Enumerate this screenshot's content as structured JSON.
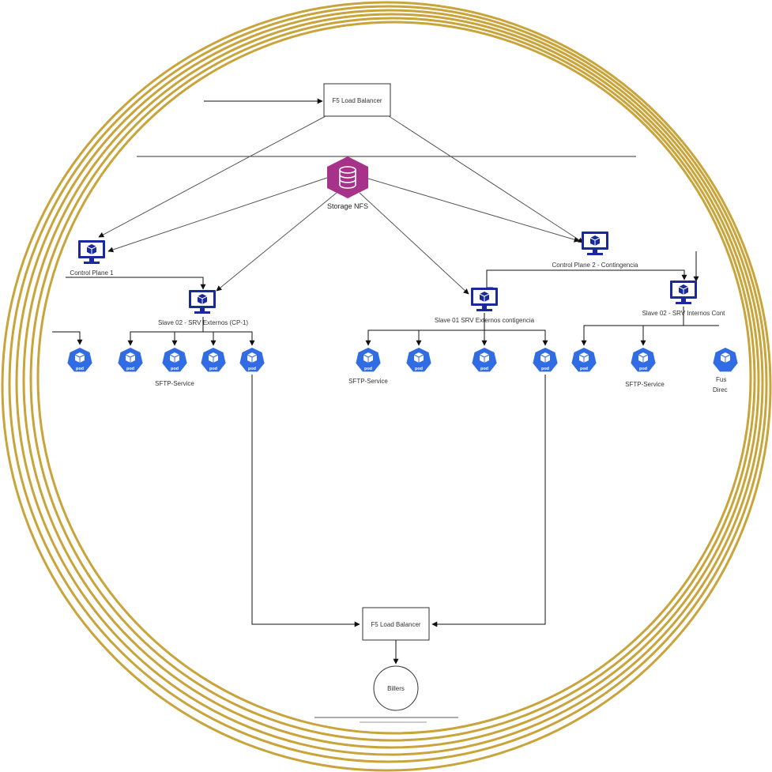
{
  "diagram": {
    "top_load_balancer": "F5 Load Balancer",
    "storage": "Storage NFS",
    "control_plane_1": "Control Plane 1",
    "control_plane_2": "Control Plane 2 - Contingencia",
    "slave_left": "Slave 02 - SRV Externos (CP-1)",
    "slave_middle": "Slave 01 SRV Externos contigencia",
    "slave_right": "Slave 02 - SRV Internos Cont",
    "pod_label": "pod",
    "sftp_left": "SFTP-Service",
    "sftp_middle": "SFTP-Service",
    "sftp_right": "SFTP-Service",
    "cut_label_1": "Fus",
    "cut_label_2": "Direc",
    "bottom_load_balancer": "F5 Load Balancer",
    "billers": "Billers"
  },
  "colors": {
    "vm_blue": "#1a2a9c",
    "pod_blue": "#326ce5",
    "storage_purple": "#a6328a",
    "ring_gold": "#c9a43a"
  },
  "icons": {
    "vm": "computer-monitor-cube-icon",
    "pod": "kubernetes-pod-icon",
    "storage": "database-hexagon-icon"
  }
}
